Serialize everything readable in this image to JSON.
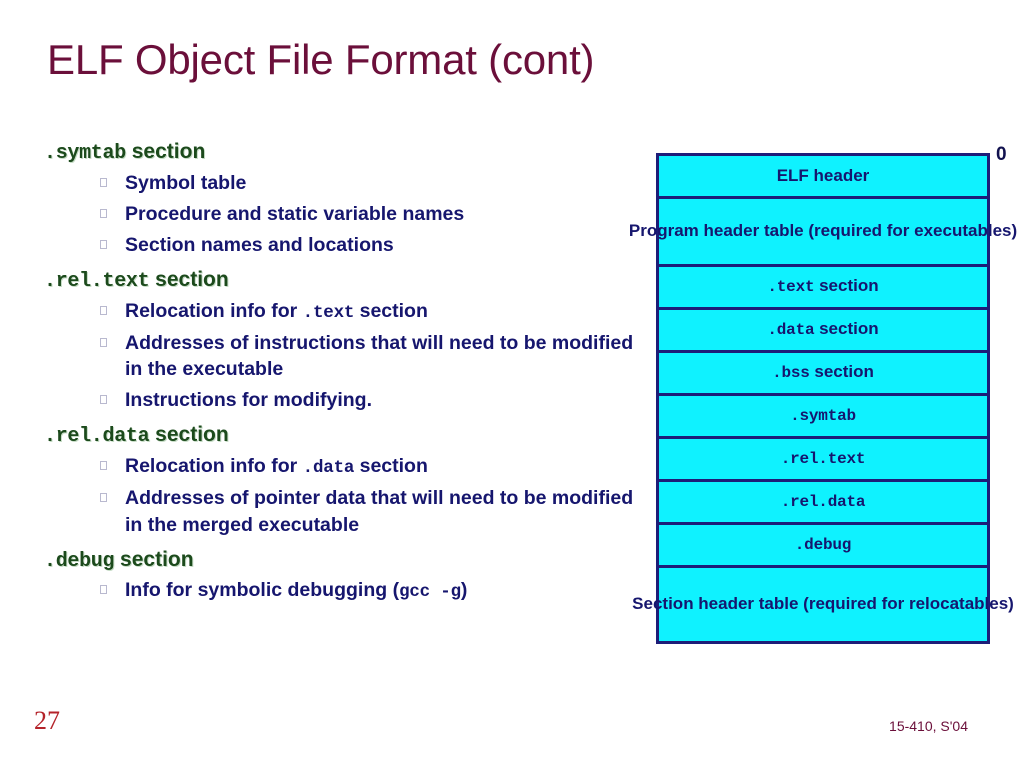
{
  "slide": {
    "title": "ELF Object File Format (cont)",
    "number": "27",
    "footer": "15-410, S'04",
    "colors": {
      "title": "#6b0f3a",
      "heading_green": "#1c4a1c",
      "body_navy": "#16166e",
      "diagram_fill": "#0ff2ff",
      "diagram_border": "#1d1d78",
      "slide_number_red": "#b4232a"
    }
  },
  "sections": [
    {
      "heading_code": ".symtab",
      "heading_word": "section",
      "items": [
        {
          "pre": "Symbol table",
          "code": "",
          "post": ""
        },
        {
          "pre": "Procedure and static variable names",
          "code": "",
          "post": ""
        },
        {
          "pre": "Section names and locations",
          "code": "",
          "post": ""
        }
      ]
    },
    {
      "heading_code": ".rel.text",
      "heading_word": "section",
      "items": [
        {
          "pre": "Relocation info for ",
          "code": ".text",
          "post": " section"
        },
        {
          "pre": "Addresses of instructions that will need to be modified in the executable",
          "code": "",
          "post": ""
        },
        {
          "pre": "Instructions for modifying.",
          "code": "",
          "post": ""
        }
      ]
    },
    {
      "heading_code": ".rel.data",
      "heading_word": "section",
      "items": [
        {
          "pre": "Relocation info for ",
          "code": ".data",
          "post": " section"
        },
        {
          "pre": "Addresses of pointer data that will need to be modified in the merged executable",
          "code": "",
          "post": ""
        }
      ]
    },
    {
      "heading_code": ".debug",
      "heading_word": "section",
      "items": [
        {
          "pre": "Info for symbolic debugging (",
          "code": "gcc -g",
          "post": ")"
        }
      ]
    }
  ],
  "diagram": {
    "offset_label": "0",
    "rows": [
      {
        "text": "ELF header",
        "code": "",
        "suffix": "",
        "style": "one-line"
      },
      {
        "text": "Program header table\n(required for executables)",
        "code": "",
        "suffix": "",
        "style": "two-line"
      },
      {
        "text": "",
        "code": ".text",
        "suffix": " section",
        "style": "one-line"
      },
      {
        "text": "",
        "code": ".data",
        "suffix": " section",
        "style": "one-line"
      },
      {
        "text": "",
        "code": ".bss",
        "suffix": " section",
        "style": "one-line"
      },
      {
        "text": "",
        "code": ".symtab",
        "suffix": "",
        "style": "one-line"
      },
      {
        "text": "",
        "code": ".rel.text",
        "suffix": "",
        "style": "one-line"
      },
      {
        "text": "",
        "code": ".rel.data",
        "suffix": "",
        "style": "one-line"
      },
      {
        "text": "",
        "code": ".debug",
        "suffix": "",
        "style": "one-line"
      },
      {
        "text": "Section header table\n(required for relocatables)",
        "code": "",
        "suffix": "",
        "style": "two-line-tall"
      }
    ]
  }
}
